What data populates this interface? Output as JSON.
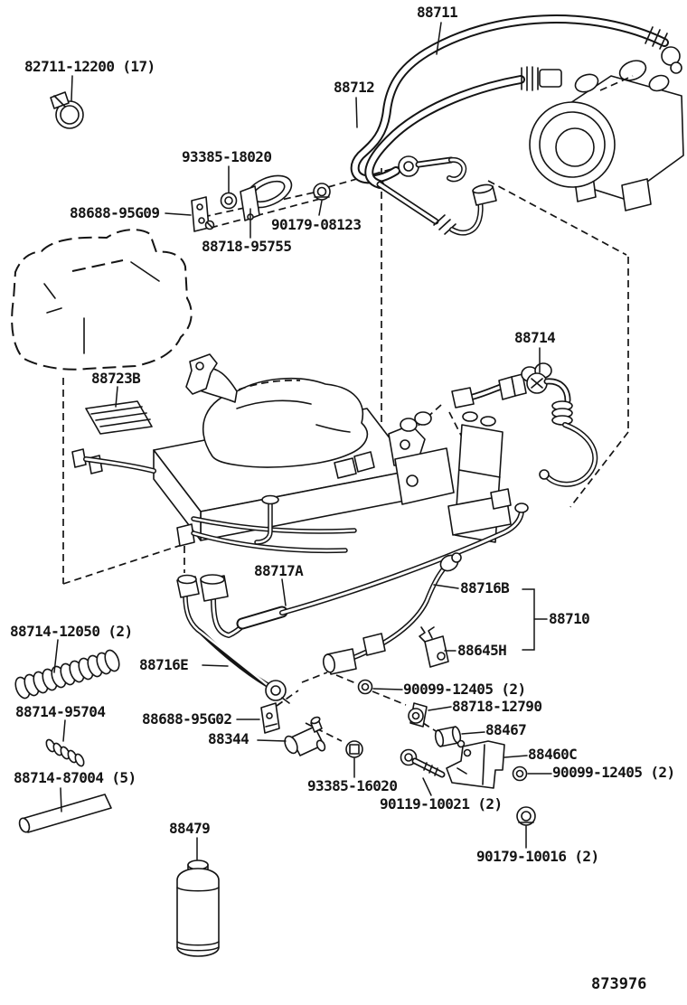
{
  "figure": {
    "number": "873976"
  },
  "labels": {
    "hose_88711": "88711",
    "clamp_82711_12200": "82711-12200 (17)",
    "hose_88712": "88712",
    "nut_93385_18020": "93385-18020",
    "bracket_88688_95g09": "88688-95G09",
    "nut_90179_08123": "90179-08123",
    "clamp_88718_95755": "88718-95755",
    "hose_88714": "88714",
    "vent_88723b": "88723B",
    "pipe_88717a": "88717A",
    "pipe_88716b": "88716B",
    "assembly_88710": "88710",
    "switch_88645h": "88645H",
    "tube_88714_12050": "88714-12050 (2)",
    "pipe_88716e": "88716E",
    "tube_88714_95704": "88714-95704",
    "bracket_88688_95g02": "88688-95G02",
    "valve_88344": "88344",
    "nut_90099_12405_a": "90099-12405 (2)",
    "clamp_88718_12790": "88718-12790",
    "stud_88467": "88467",
    "bracket_88460c": "88460C",
    "nut_90099_12405_b": "90099-12405 (2)",
    "nut_93385_16020": "93385-16020",
    "bolt_90119_10021": "90119-10021 (2)",
    "drier_88479": "88479",
    "nut_90179_10016": "90179-10016 (2)",
    "tube_88714_87004": "88714-87004 (5)"
  }
}
